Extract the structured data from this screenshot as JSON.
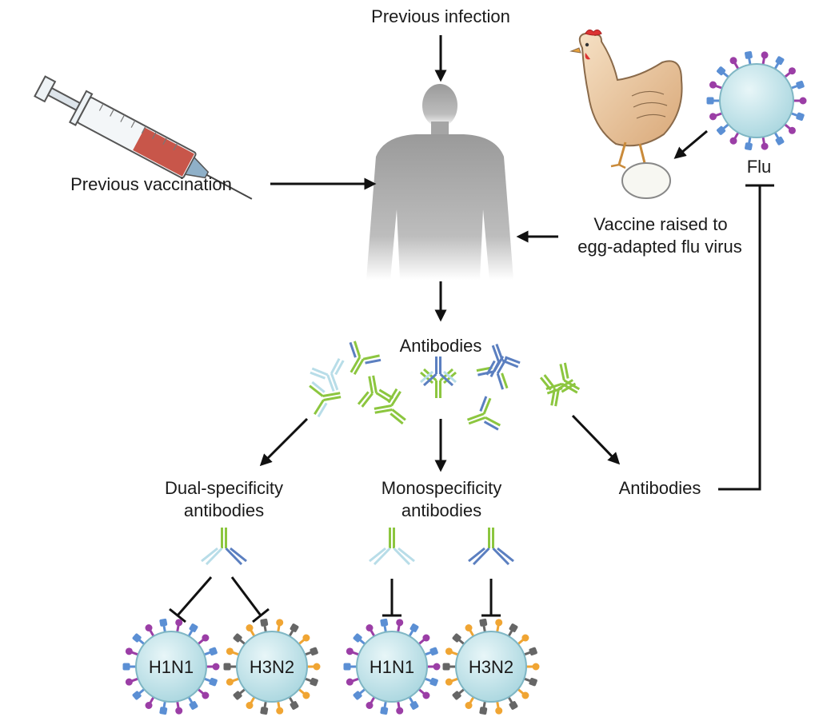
{
  "labels": {
    "previous_infection": "Previous infection",
    "previous_vaccination": "Previous vaccination",
    "flu": "Flu",
    "vaccine_line1": "Vaccine raised to",
    "vaccine_line2": "egg-adapted flu virus",
    "antibodies_top": "Antibodies",
    "dual_line1": "Dual-specificity",
    "dual_line2": "antibodies",
    "mono_line1": "Monospecificity",
    "mono_line2": "antibodies",
    "antibodies_right": "Antibodies"
  },
  "viruses": [
    {
      "id": "dual-h1n1",
      "label": "H1N1",
      "type": "h1n1"
    },
    {
      "id": "dual-h3n2",
      "label": "H3N2",
      "type": "h3n2"
    },
    {
      "id": "mono-h1n1",
      "label": "H1N1",
      "type": "h1n1"
    },
    {
      "id": "mono-h3n2",
      "label": "H3N2",
      "type": "h3n2"
    }
  ],
  "colors": {
    "arrow": "#111111",
    "antibody_green": "#8cc63f",
    "antibody_blue": "#5b7fc0",
    "antibody_lightblue": "#b8dde8",
    "virus_body": "#c9e8ee",
    "virus_outline": "#7fb6c4",
    "spike_purple": "#9b3ea6",
    "spike_blue": "#5b8fd4",
    "spike_orange": "#f0a533",
    "spike_gray": "#666666",
    "person": "#b5b5b5",
    "syringe_fluid": "#c0392b"
  }
}
